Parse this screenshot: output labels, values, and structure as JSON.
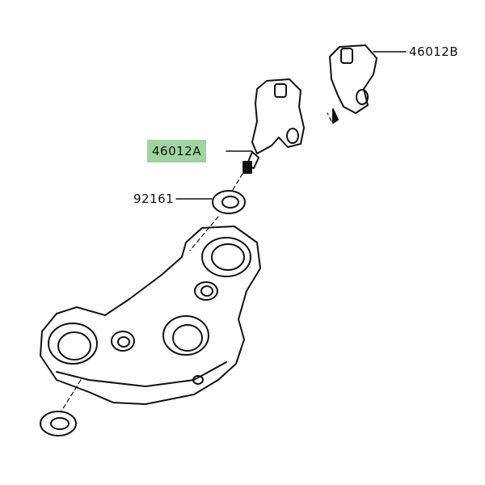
{
  "parts": [
    {
      "id": "46012B",
      "label": "46012B",
      "highlighted": false
    },
    {
      "id": "46012A",
      "label": "46012A",
      "highlighted": true
    },
    {
      "id": "92161",
      "label": "92161",
      "highlighted": false
    }
  ],
  "colors": {
    "highlight": "#9fd4a0",
    "line": "#111111"
  }
}
